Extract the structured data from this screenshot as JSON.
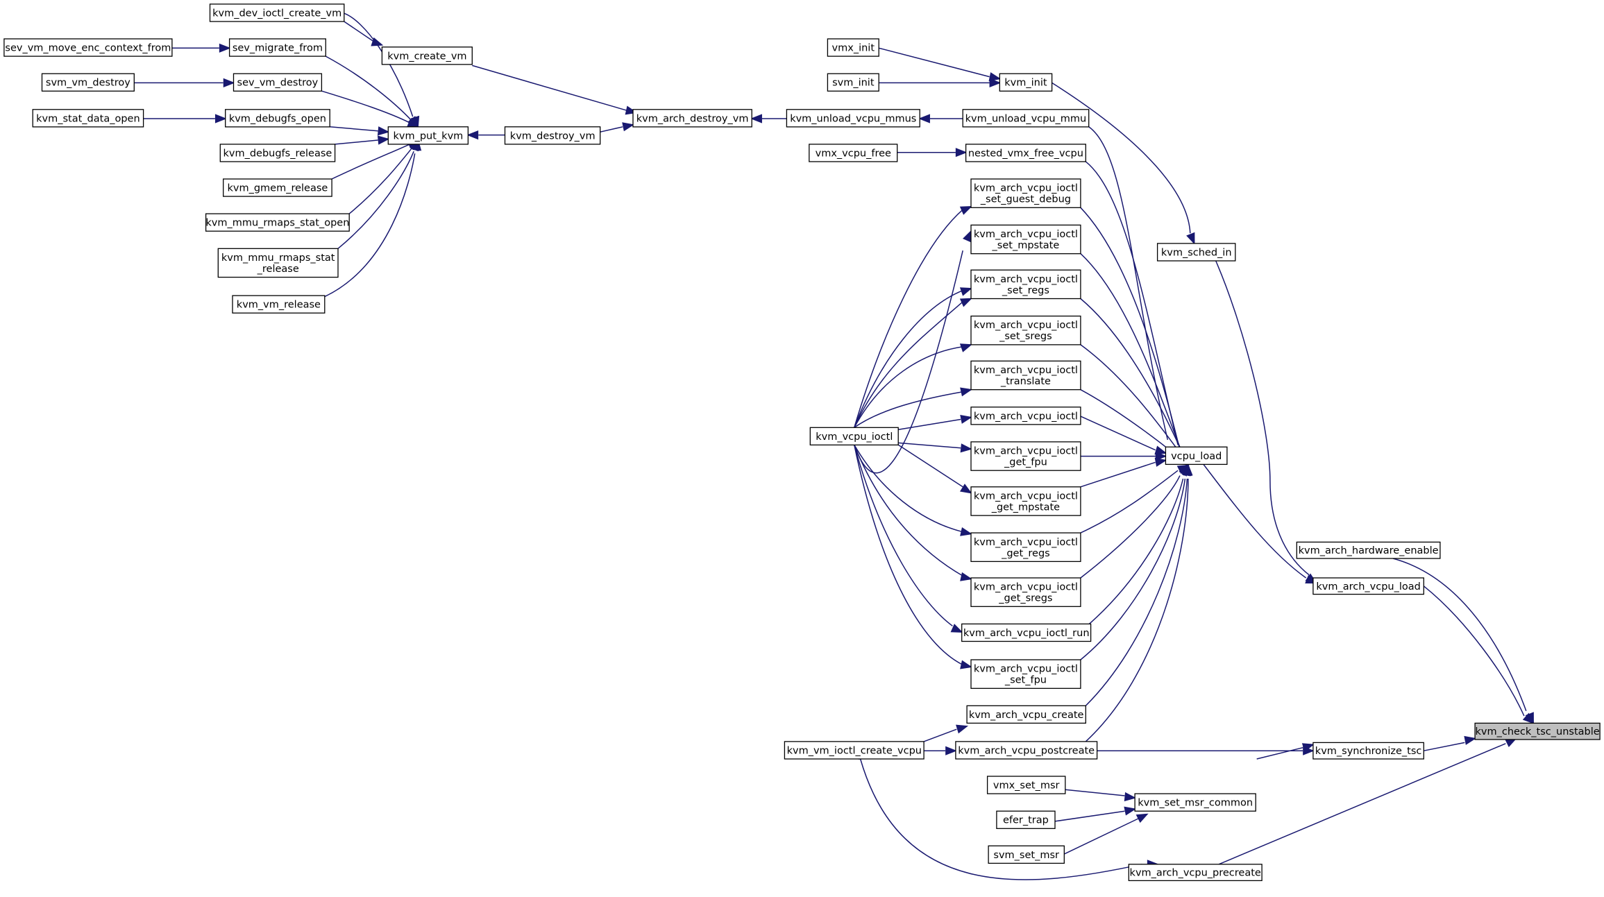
{
  "graph": {
    "root": "kvm_check_tsc_unstable",
    "edge_color": "#191970",
    "root_fill": "#bfbfbf",
    "nodes": [
      {
        "id": "n_check_tsc",
        "lines": [
          "kvm_check_tsc_unstable"
        ],
        "root": true
      },
      {
        "id": "n_hw_enable",
        "lines": [
          "kvm_arch_hardware_enable"
        ]
      },
      {
        "id": "n_arch_vcpu_load",
        "lines": [
          "kvm_arch_vcpu_load"
        ]
      },
      {
        "id": "n_sync_tsc",
        "lines": [
          "kvm_synchronize_tsc"
        ]
      },
      {
        "id": "n_precreate",
        "lines": [
          "kvm_arch_vcpu_precreate"
        ]
      },
      {
        "id": "n_sched_in",
        "lines": [
          "kvm_sched_in"
        ]
      },
      {
        "id": "n_vcpu_load",
        "lines": [
          "vcpu_load"
        ]
      },
      {
        "id": "n_kvm_init",
        "lines": [
          "kvm_init"
        ]
      },
      {
        "id": "n_vmx_init",
        "lines": [
          "vmx_init"
        ]
      },
      {
        "id": "n_svm_init",
        "lines": [
          "svm_init"
        ]
      },
      {
        "id": "n_unload_mmu",
        "lines": [
          "kvm_unload_vcpu_mmu"
        ]
      },
      {
        "id": "n_unload_mmus",
        "lines": [
          "kvm_unload_vcpu_mmus"
        ]
      },
      {
        "id": "n_arch_destroy_vm",
        "lines": [
          "kvm_arch_destroy_vm"
        ]
      },
      {
        "id": "n_create_vm",
        "lines": [
          "kvm_create_vm"
        ]
      },
      {
        "id": "n_destroy_vm",
        "lines": [
          "kvm_destroy_vm"
        ]
      },
      {
        "id": "n_put_kvm",
        "lines": [
          "kvm_put_kvm"
        ]
      },
      {
        "id": "n_dev_ioctl_create_vm",
        "lines": [
          "kvm_dev_ioctl_create_vm"
        ]
      },
      {
        "id": "n_sev_migrate_from",
        "lines": [
          "sev_migrate_from"
        ]
      },
      {
        "id": "n_sev_move_enc",
        "lines": [
          "sev_vm_move_enc_context_from"
        ]
      },
      {
        "id": "n_sev_vm_destroy",
        "lines": [
          "sev_vm_destroy"
        ]
      },
      {
        "id": "n_svm_vm_destroy",
        "lines": [
          "svm_vm_destroy"
        ]
      },
      {
        "id": "n_debugfs_open",
        "lines": [
          "kvm_debugfs_open"
        ]
      },
      {
        "id": "n_stat_data_open",
        "lines": [
          "kvm_stat_data_open"
        ]
      },
      {
        "id": "n_debugfs_release",
        "lines": [
          "kvm_debugfs_release"
        ]
      },
      {
        "id": "n_gmem_release",
        "lines": [
          "kvm_gmem_release"
        ]
      },
      {
        "id": "n_rmaps_open",
        "lines": [
          "kvm_mmu_rmaps_stat_open"
        ]
      },
      {
        "id": "n_rmaps_release",
        "lines": [
          "kvm_mmu_rmaps_stat",
          "_release"
        ]
      },
      {
        "id": "n_vm_release",
        "lines": [
          "kvm_vm_release"
        ]
      },
      {
        "id": "n_nested_vmx_free",
        "lines": [
          "nested_vmx_free_vcpu"
        ]
      },
      {
        "id": "n_vmx_vcpu_free",
        "lines": [
          "vmx_vcpu_free"
        ]
      },
      {
        "id": "n_set_guest_debug",
        "lines": [
          "kvm_arch_vcpu_ioctl",
          "_set_guest_debug"
        ]
      },
      {
        "id": "n_set_mpstate",
        "lines": [
          "kvm_arch_vcpu_ioctl",
          "_set_mpstate"
        ]
      },
      {
        "id": "n_set_regs",
        "lines": [
          "kvm_arch_vcpu_ioctl",
          "_set_regs"
        ]
      },
      {
        "id": "n_set_sregs",
        "lines": [
          "kvm_arch_vcpu_ioctl",
          "_set_sregs"
        ]
      },
      {
        "id": "n_translate",
        "lines": [
          "kvm_arch_vcpu_ioctl",
          "_translate"
        ]
      },
      {
        "id": "n_arch_ioctl",
        "lines": [
          "kvm_arch_vcpu_ioctl"
        ]
      },
      {
        "id": "n_get_fpu",
        "lines": [
          "kvm_arch_vcpu_ioctl",
          "_get_fpu"
        ]
      },
      {
        "id": "n_get_mpstate",
        "lines": [
          "kvm_arch_vcpu_ioctl",
          "_get_mpstate"
        ]
      },
      {
        "id": "n_get_regs",
        "lines": [
          "kvm_arch_vcpu_ioctl",
          "_get_regs"
        ]
      },
      {
        "id": "n_get_sregs",
        "lines": [
          "kvm_arch_vcpu_ioctl",
          "_get_sregs"
        ]
      },
      {
        "id": "n_ioctl_run",
        "lines": [
          "kvm_arch_vcpu_ioctl_run"
        ]
      },
      {
        "id": "n_set_fpu",
        "lines": [
          "kvm_arch_vcpu_ioctl",
          "_set_fpu"
        ]
      },
      {
        "id": "n_vcpu_create",
        "lines": [
          "kvm_arch_vcpu_create"
        ]
      },
      {
        "id": "n_postcreate",
        "lines": [
          "kvm_arch_vcpu_postcreate"
        ]
      },
      {
        "id": "n_vcpu_ioctl",
        "lines": [
          "kvm_vcpu_ioctl"
        ]
      },
      {
        "id": "n_vm_ioctl_create_vcpu",
        "lines": [
          "kvm_vm_ioctl_create_vcpu"
        ]
      },
      {
        "id": "n_set_msr_common",
        "lines": [
          "kvm_set_msr_common"
        ]
      },
      {
        "id": "n_vmx_set_msr",
        "lines": [
          "vmx_set_msr"
        ]
      },
      {
        "id": "n_efer_trap",
        "lines": [
          "efer_trap"
        ]
      },
      {
        "id": "n_svm_set_msr",
        "lines": [
          "svm_set_msr"
        ]
      }
    ]
  }
}
